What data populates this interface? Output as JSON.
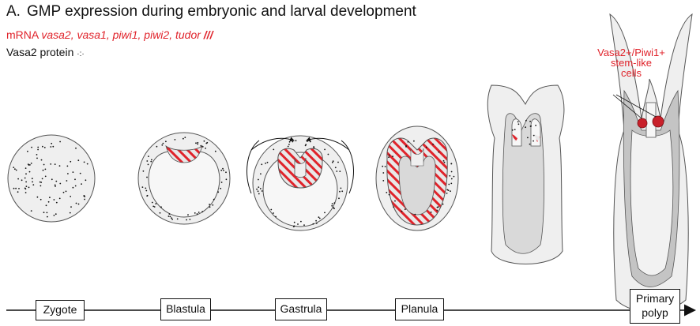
{
  "figure": {
    "panel_letter": "A.",
    "title": "GMP expression during embryonic and larval development"
  },
  "legend": {
    "mrna_prefix": "mRNA",
    "mrna_genes": "vasa2, vasa1, piwi1, piwi2, tudor",
    "mrna_symbol": "///",
    "protein_label": "Vasa2 protein",
    "protein_symbol": "·:·"
  },
  "annotation": {
    "line1": "Vasa2+/Piwi1+",
    "line2": "stem-like",
    "line3": "cells"
  },
  "stages": [
    {
      "label": "Zygote"
    },
    {
      "label": "Blastula"
    },
    {
      "label": "Gastrula"
    },
    {
      "label": "Planula"
    },
    {
      "label_line1": "Primary",
      "label_line2": "polyp"
    }
  ],
  "colors": {
    "mrna_red": "#e0232b",
    "protein_dots": "#111111",
    "tissue_light": "#efefef",
    "tissue_mid": "#d9d9d9",
    "tissue_dark": "#c4c4c4"
  }
}
